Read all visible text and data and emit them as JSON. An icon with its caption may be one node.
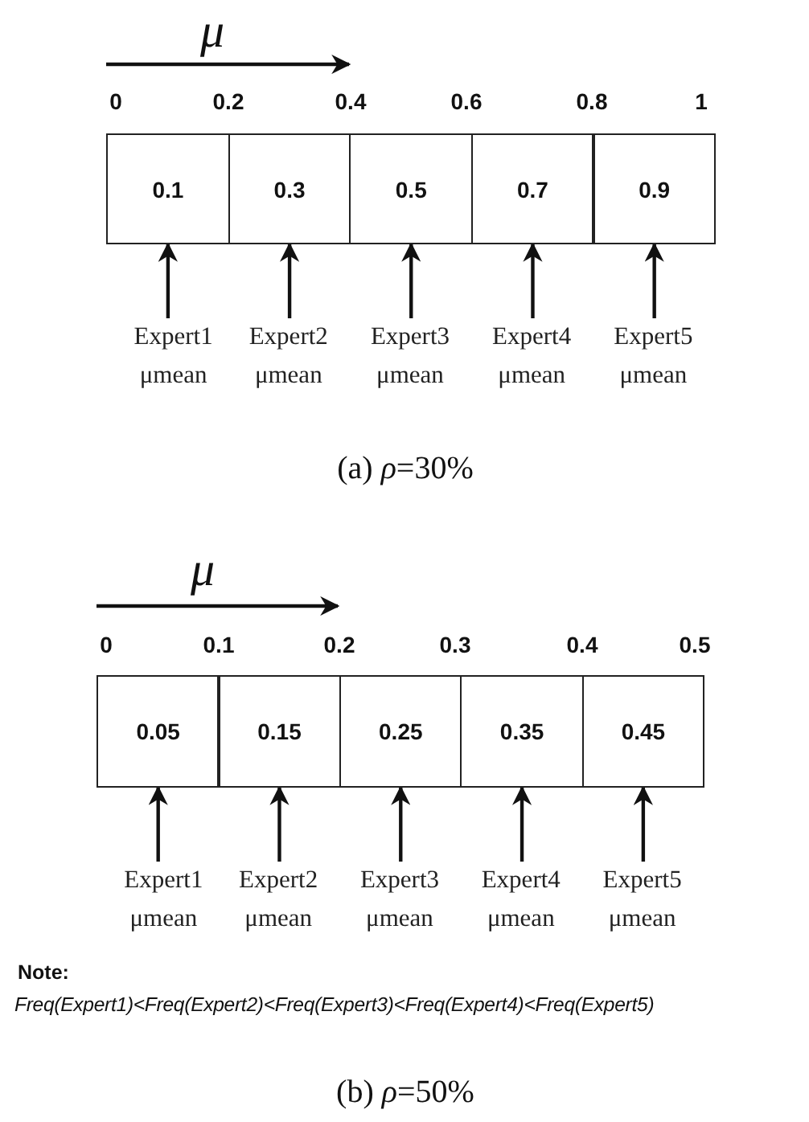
{
  "diagram": {
    "nodes": [
      {
        "text": [
          "0.1"
        ]
      },
      {
        "text": [
          "0.3"
        ]
      },
      {
        "text": [
          "0.5"
        ]
      },
      {
        "text": [
          "0.7"
        ]
      },
      {
        "text": [
          "0.9"
        ]
      },
      {
        "text": [
          "Expert1",
          "μmean"
        ]
      },
      {
        "text": [
          "Expert2",
          "μmean"
        ]
      },
      {
        "text": [
          "Expert3",
          "μmean"
        ]
      },
      {
        "text": [
          "Expert4",
          "μmean"
        ]
      },
      {
        "text": [
          "Expert5",
          "μmean"
        ]
      },
      {
        "text": [
          "0.05"
        ]
      },
      {
        "text": [
          "0.15"
        ]
      },
      {
        "text": [
          "0.25"
        ]
      },
      {
        "text": [
          "0.35"
        ]
      },
      {
        "text": [
          "0.45"
        ]
      },
      {
        "text": [
          "Expert1",
          "μmean"
        ]
      },
      {
        "text": [
          "Expert2",
          "μmean"
        ]
      },
      {
        "text": [
          "Expert3",
          "μmean"
        ]
      },
      {
        "text": [
          "Expert4",
          "μmean"
        ]
      },
      {
        "text": [
          "Expert5",
          "μmean"
        ]
      }
    ],
    "edges": [
      {
        "from": 5,
        "to": 0,
        "arrow": "to"
      },
      {
        "from": 6,
        "to": 1,
        "arrow": "to"
      },
      {
        "from": 7,
        "to": 2,
        "arrow": "to"
      },
      {
        "from": 8,
        "to": 3,
        "arrow": "to"
      },
      {
        "from": 9,
        "to": 4,
        "arrow": "to"
      },
      {
        "from": 15,
        "to": 10,
        "arrow": "to"
      },
      {
        "from": 16,
        "to": 11,
        "arrow": "to"
      },
      {
        "from": 17,
        "to": 12,
        "arrow": "to"
      },
      {
        "from": 18,
        "to": 13,
        "arrow": "to"
      },
      {
        "from": 19,
        "to": 14,
        "arrow": "to"
      }
    ],
    "labels": [
      "μ",
      "0",
      "0.2",
      "0.4",
      "0.6",
      "0.8",
      "1",
      "(a) *ρ*=30%",
      "μ",
      "0",
      "0.1",
      "0.2",
      "0.3",
      "0.4",
      "0.5",
      "Note:",
      "Freq(Expert1)<Freq(Expert2)<Freq(Expert3)<Freq(Expert4)<Freq(Expert5)",
      "(b) *ρ*=50%"
    ]
  }
}
